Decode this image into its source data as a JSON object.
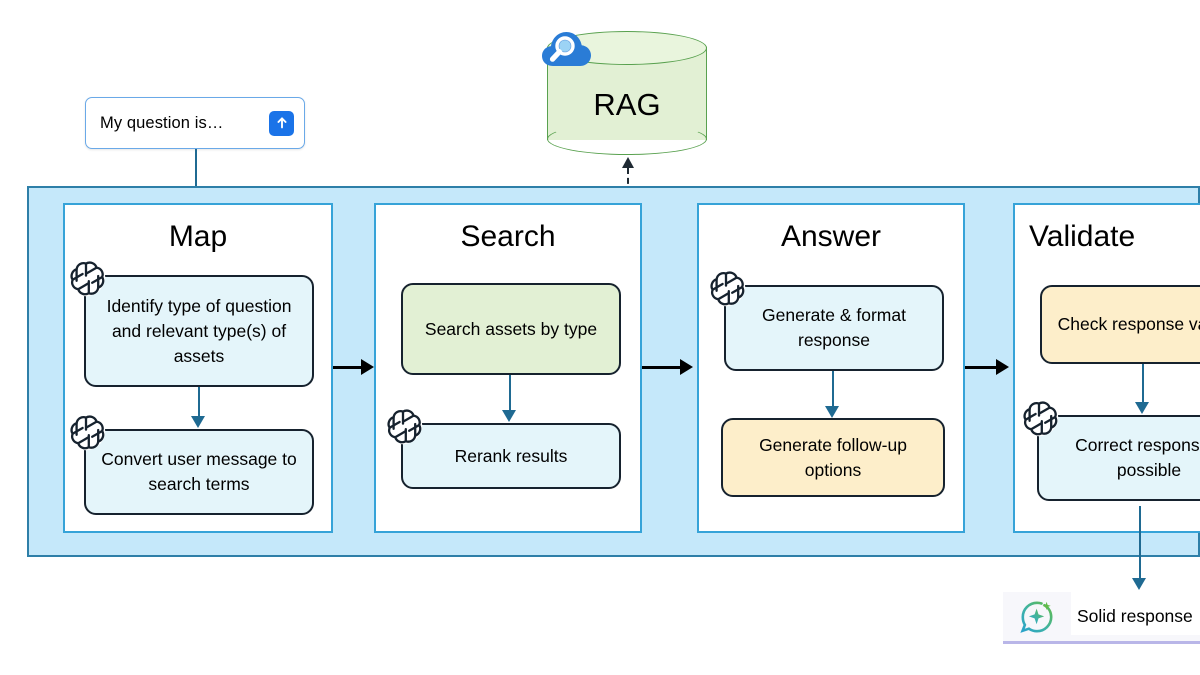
{
  "user_input": {
    "text": "My question is…",
    "send_icon": "arrow-up-icon"
  },
  "rag": {
    "label": "RAG",
    "icon": "azure-ai-search-icon"
  },
  "stages": [
    {
      "title": "Map",
      "tasks": [
        {
          "label": "Identify type of question and relevant type(s) of assets",
          "color": "blue",
          "badge": "openai-logo-icon"
        },
        {
          "label": "Convert user message to search terms",
          "color": "blue",
          "badge": "openai-logo-icon"
        }
      ]
    },
    {
      "title": "Search",
      "tasks": [
        {
          "label": "Search assets by type",
          "color": "green",
          "badge": null
        },
        {
          "label": "Rerank results",
          "color": "blue",
          "badge": "openai-logo-icon"
        }
      ]
    },
    {
      "title": "Answer",
      "tasks": [
        {
          "label": "Generate & format response",
          "color": "blue",
          "badge": "openai-logo-icon"
        },
        {
          "label": "Generate follow-up options",
          "color": "cream",
          "badge": null
        }
      ]
    },
    {
      "title": "Validate",
      "tasks": [
        {
          "label": "Check response validity",
          "color": "cream",
          "badge": null
        },
        {
          "label": "Correct response if possible",
          "color": "blue",
          "badge": "openai-logo-icon"
        }
      ]
    }
  ],
  "response": {
    "text": "Solid response",
    "icon": "copilot-sparkle-icon"
  },
  "colors": {
    "container_fill": "#c5e8fa",
    "container_stroke": "#2e7fa8",
    "panel_stroke": "#36a3d8",
    "task_blue": "#e4f5fa",
    "task_green": "#e2f0d4",
    "task_cream": "#fdeeca",
    "task_stroke": "#16222e",
    "connector": "#1f6a92",
    "send_button": "#1a73e8",
    "rag_fill": "#e2f0d4",
    "rag_stroke": "#59a14f"
  }
}
